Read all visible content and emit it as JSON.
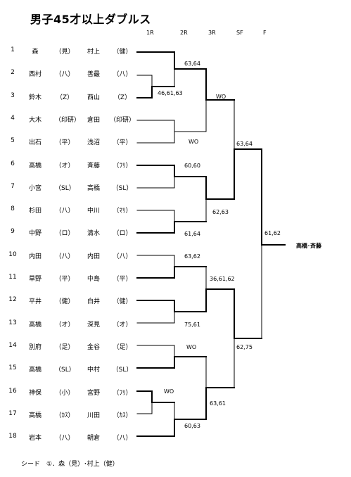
{
  "title": "男子45才以上ダブルス",
  "round_headers": [
    "1R",
    "2R",
    "3R",
    "SF",
    "F"
  ],
  "players": [
    {
      "num": "1",
      "name1": "森",
      "club1": "（見）",
      "name2": "村上",
      "club2": "（健）"
    },
    {
      "num": "2",
      "name1": "西村",
      "club1": "（八）",
      "name2": "善最",
      "club2": "（八）"
    },
    {
      "num": "3",
      "name1": "鈴木",
      "club1": "（Z）",
      "name2": "西山",
      "club2": "（Z）"
    },
    {
      "num": "4",
      "name1": "大木",
      "club1": "（印研）",
      "name2": "倉田",
      "club2": "（印研）"
    },
    {
      "num": "5",
      "name1": "出石",
      "club1": "（平）",
      "name2": "浅沼",
      "club2": "（平）"
    },
    {
      "num": "6",
      "name1": "高橋",
      "club1": "（オ）",
      "name2": "斉藤",
      "club2": "（ﾌﾘ）"
    },
    {
      "num": "7",
      "name1": "小宮",
      "club1": "（SL）",
      "name2": "高橋",
      "club2": "（SL）"
    },
    {
      "num": "8",
      "name1": "杉田",
      "club1": "（八）",
      "name2": "中川",
      "club2": "（ﾏﾘ）"
    },
    {
      "num": "9",
      "name1": "中野",
      "club1": "（ロ）",
      "name2": "清水",
      "club2": "（ロ）"
    },
    {
      "num": "10",
      "name1": "内田",
      "club1": "（八）",
      "name2": "内田",
      "club2": "（八）"
    },
    {
      "num": "11",
      "name1": "草野",
      "club1": "（平）",
      "name2": "中島",
      "club2": "（平）"
    },
    {
      "num": "12",
      "name1": "平井",
      "club1": "（健）",
      "name2": "白井",
      "club2": "（健）"
    },
    {
      "num": "13",
      "name1": "高橋",
      "club1": "（オ）",
      "name2": "深見",
      "club2": "（オ）"
    },
    {
      "num": "14",
      "name1": "別府",
      "club1": "（足）",
      "name2": "金谷",
      "club2": "（足）"
    },
    {
      "num": "15",
      "name1": "高橋",
      "club1": "（SL）",
      "name2": "中村",
      "club2": "（SL）"
    },
    {
      "num": "16",
      "name1": "神保",
      "club1": "（小）",
      "name2": "宮野",
      "club2": "（ﾌﾘ）"
    },
    {
      "num": "17",
      "name1": "高橋",
      "club1": "（ｶｽ）",
      "name2": "川田",
      "club2": "（ｶｽ）"
    },
    {
      "num": "18",
      "name1": "岩本",
      "club1": "（八）",
      "name2": "朝倉",
      "club2": "（八）"
    }
  ],
  "scores": {
    "r1_m1": "46,61,63",
    "r1_m2": "WO",
    "r2_m1": "63,64",
    "r2_m2": "WO",
    "r2_m3": "60,60",
    "r2_m4": "61,64",
    "r2_m5": "63,62",
    "r2_m6": "75,61",
    "r2_m7": "WO",
    "r2_m8": "60,63",
    "r3_m1": "WO",
    "r3_m2": "62,63",
    "r3_m3": "36,61,62",
    "r3_m4": "63,61",
    "sf_m1": "63,64",
    "sf_m2": "62,75",
    "final": "61,62"
  },
  "winner": "高橋･斉藤",
  "seed_note": "シード　①．森（見）･村上（健）"
}
